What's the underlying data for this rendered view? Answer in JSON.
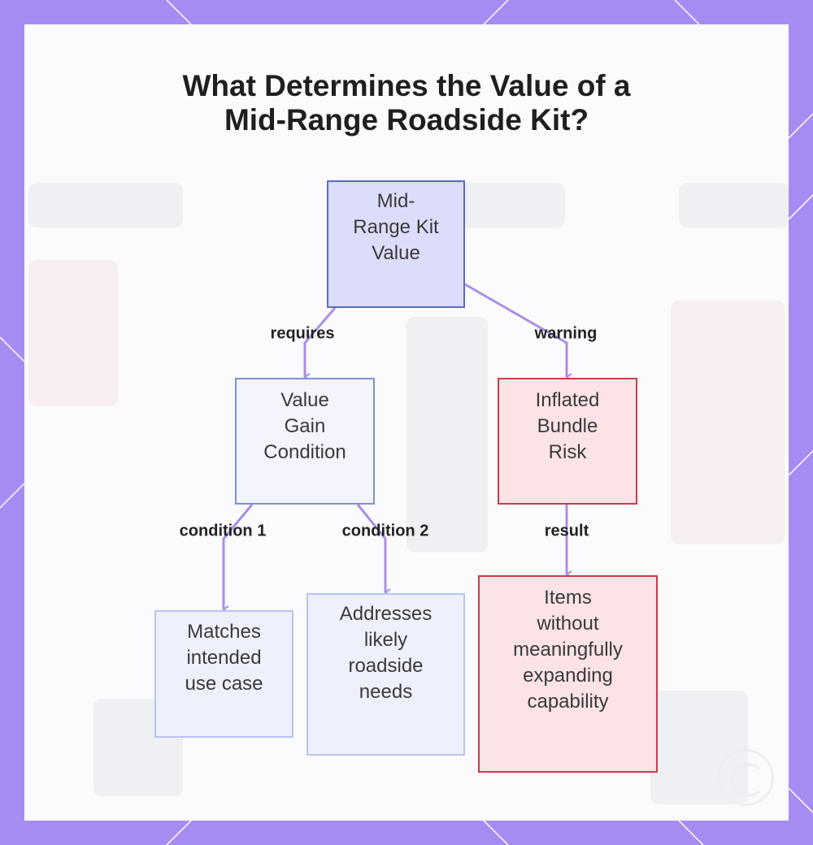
{
  "title": {
    "line1": "What Determines the Value of a",
    "line2": "Mid-Range Roadside Kit?"
  },
  "nodes": {
    "root": [
      "Mid-",
      "Range Kit",
      "Value"
    ],
    "value_gain": [
      "Value",
      "Gain",
      "Condition"
    ],
    "inflated_risk": [
      "Inflated",
      "Bundle",
      "Risk"
    ],
    "matches_use": [
      "Matches",
      "intended",
      "use case"
    ],
    "addresses_needs": [
      "Addresses",
      "likely",
      "roadside",
      "needs"
    ],
    "items_without": [
      "Items",
      "without",
      "meaningfully",
      "expanding",
      "capability"
    ]
  },
  "edges": {
    "requires": "requires",
    "warning": "warning",
    "condition1": "condition 1",
    "condition2": "condition 2",
    "result": "result"
  },
  "colors": {
    "frame": "#a68cf2",
    "edge": "#a98ee6",
    "root_border": "#5a6bbf",
    "risk_border": "#c63d4c"
  },
  "icons": {
    "watermark": "circle-logo-icon"
  }
}
